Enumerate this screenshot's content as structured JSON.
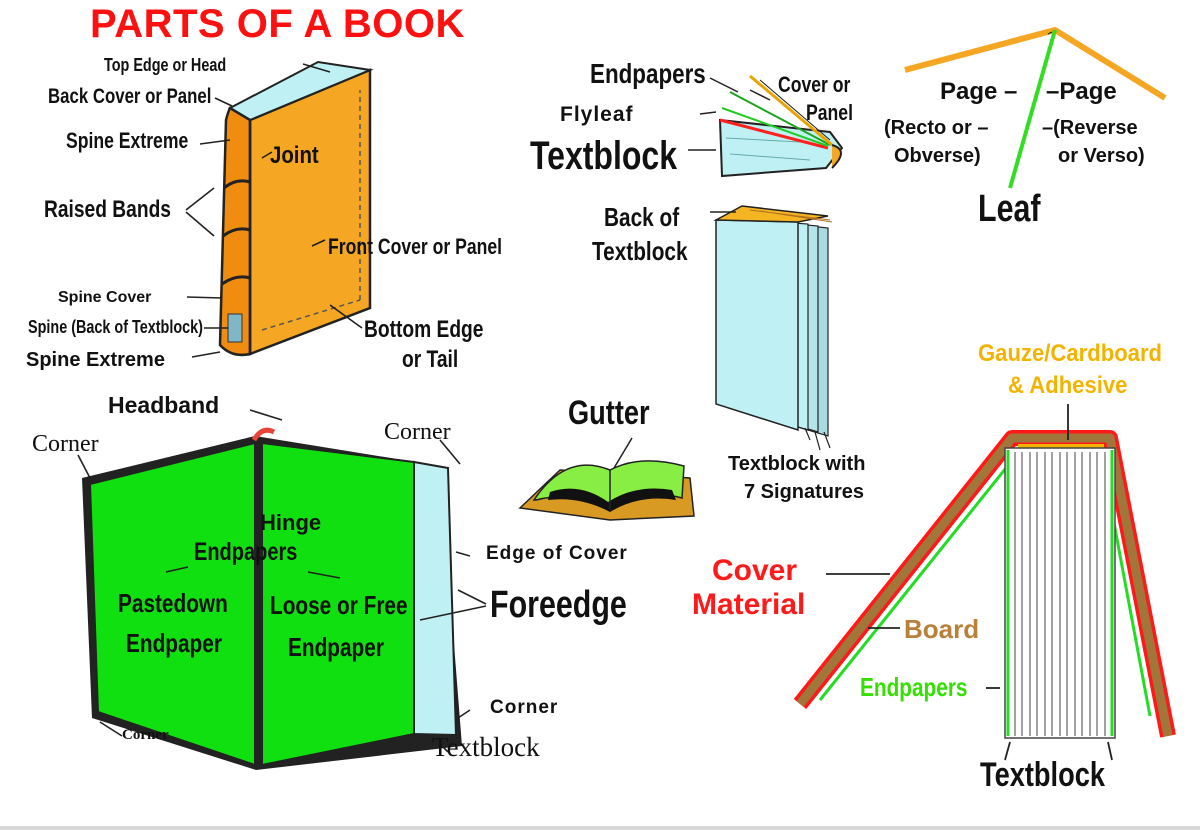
{
  "title": "PARTS OF A BOOK",
  "book_exterior": {
    "top_edge": "Top Edge or Head",
    "back_cover": "Back Cover or Panel",
    "spine_extreme_top": "Spine Extreme",
    "joint": "Joint",
    "raised_bands": "Raised Bands",
    "front_cover": "Front Cover or Panel",
    "spine_cover": "Spine Cover",
    "spine_back": "Spine (Back of Textblock)",
    "spine_extreme_bottom": "Spine Extreme",
    "bottom_edge_1": "Bottom Edge",
    "bottom_edge_2": "or Tail"
  },
  "endpaper_detail": {
    "endpapers": "Endpapers",
    "cover_1": "Cover or",
    "cover_2": "Panel",
    "flyleaf": "Flyleaf",
    "textblock": "Textblock"
  },
  "leaf_detail": {
    "page_left": "Page –",
    "page_right": "–Page",
    "recto_1": "(Recto or –",
    "recto_2": "Obverse)",
    "verso_1": "–(Reverse",
    "verso_2": "or Verso)",
    "leaf": "Leaf"
  },
  "textblock_detail": {
    "back_1": "Back of",
    "back_2": "Textblock",
    "signatures_1": "Textblock with",
    "signatures_2": "7 Signatures"
  },
  "open_book": {
    "headband": "Headband",
    "corner_top_left": "Corner",
    "corner_top_right": "Corner",
    "hinge": "Hinge",
    "endpapers": "Endpapers",
    "edge_of_cover": "Edge of Cover",
    "pastedown_1": "Pastedown",
    "pastedown_2": "Endpaper",
    "loose_1": "Loose or Free",
    "loose_2": "Endpaper",
    "foreedge": "Foreedge",
    "corner_bottom_right": "Corner",
    "corner_bottom_left": "Corner",
    "textblock": "Textblock"
  },
  "gutter": "Gutter",
  "cross_section": {
    "gauze_1": "Gauze/Cardboard",
    "gauze_2": "& Adhesive",
    "cover_material_1": "Cover",
    "cover_material_2": "Material",
    "board": "Board",
    "endpapers": "Endpapers",
    "textblock": "Textblock"
  },
  "colors": {
    "title_red": "#ff1010",
    "book_orange": "#f5a623",
    "endpaper_green": "#10e010",
    "textblock_blue": "#bff0f4",
    "board_brown": "#a0763a",
    "gauze_gold": "#f2b400"
  }
}
